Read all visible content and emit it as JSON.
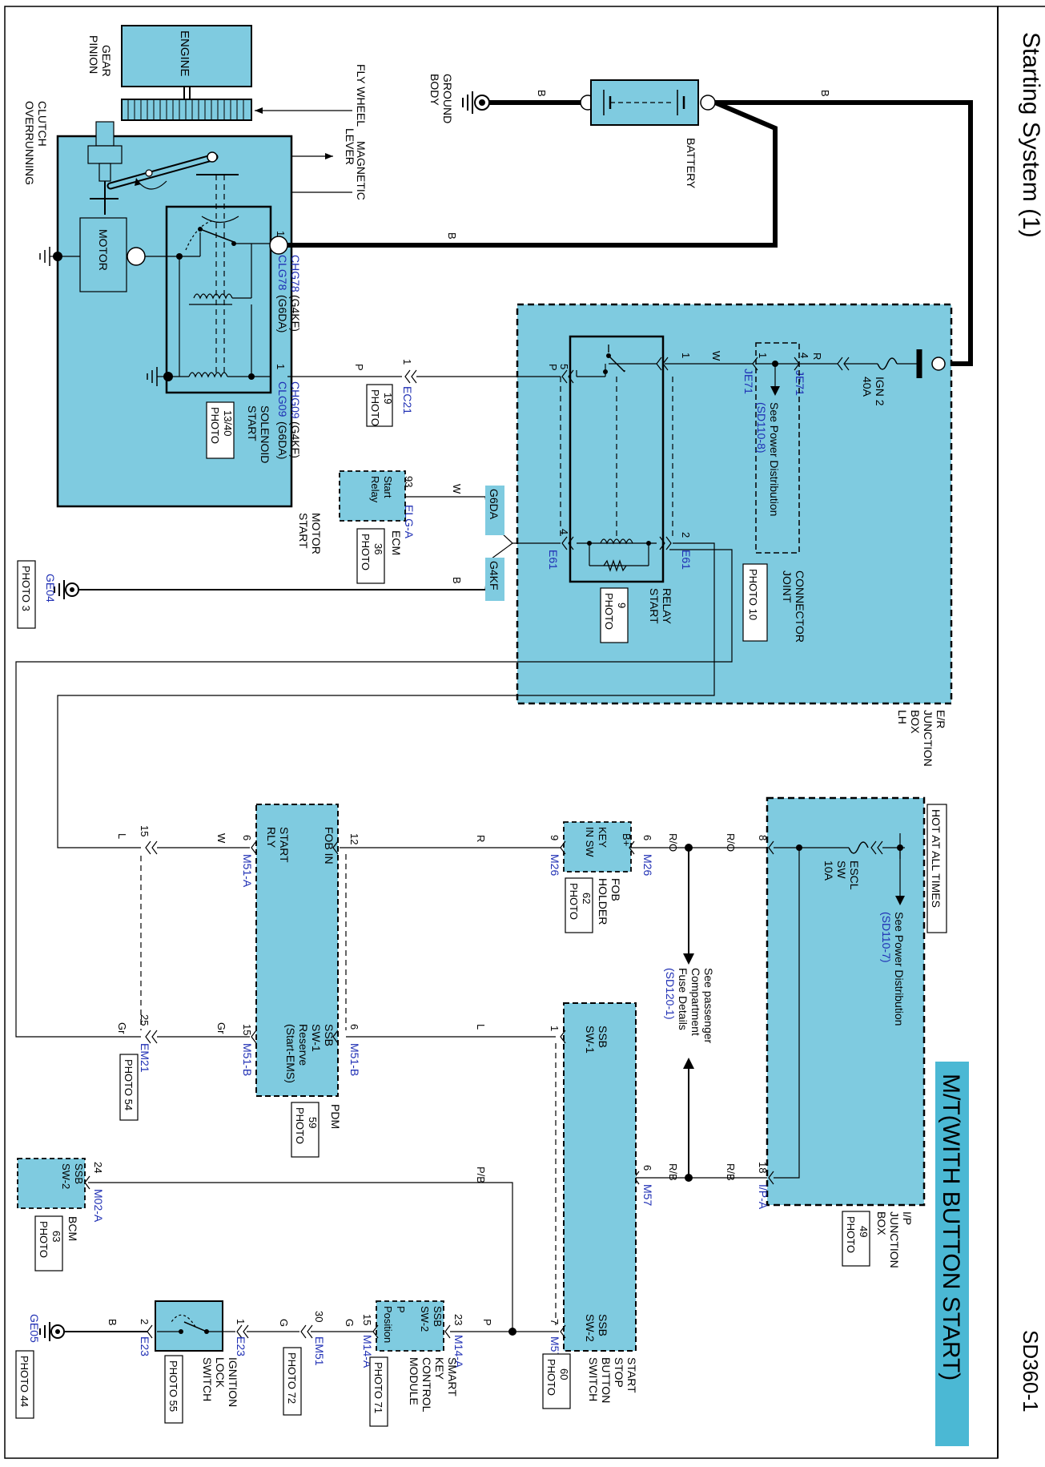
{
  "header": {
    "title": "Starting System (1)",
    "page_code": "SD360-1",
    "variant": "M/T(WITH BUTTON START)"
  },
  "components": {
    "engine": "ENGINE",
    "pinion_gear": [
      "PINION",
      "GEAR"
    ],
    "overrunning_clutch": [
      "OVERRUNNING",
      "CLUTCH"
    ],
    "fly_wheel": "FLY WHEEL",
    "magnetic": "MAGNETIC",
    "lever": "LEVER",
    "motor": "MOTOR",
    "start_motor": [
      "START",
      "MOTOR"
    ],
    "start_solenoid": [
      "START",
      "SOLENOID"
    ],
    "battery": "BATTERY",
    "body_ground": [
      "BODY",
      "GROUND"
    ],
    "er_junction_box": [
      "E/R",
      "JUNCTION",
      "BOX",
      "LH"
    ],
    "joint_connector": [
      "JOINT",
      "CONNECTOR"
    ],
    "start_relay": [
      "START",
      "RELAY"
    ],
    "ecm": "ECM",
    "ecm_start_relay": [
      "Start",
      "Relay"
    ],
    "ign2_fuse": [
      "IGN 2",
      "40A"
    ],
    "ip_junction_box": [
      "I/P",
      "JUNCTION",
      "BOX"
    ],
    "hot_at_all_times": "HOT AT ALL TIMES",
    "escl_fuse": [
      "ESCL",
      "SW",
      "10A"
    ],
    "fob_holder": [
      "FOB",
      "HOLDER"
    ],
    "key_in_sw": [
      "KEY",
      "IN SW"
    ],
    "pdm": "PDM",
    "pdm_fob_in": "FOB IN",
    "pdm_start_rly": [
      "START",
      "RLY"
    ],
    "pdm_ssb_sw1": [
      "SSB",
      "SW-1"
    ],
    "pdm_reserve": [
      "Reserve",
      "(Start-EMS)"
    ],
    "ssb_sw1": [
      "SSB",
      "SW-1"
    ],
    "ssb_sw2": [
      "SSB",
      "SW-2"
    ],
    "start_stop_button_switch": [
      "START",
      "STOP",
      "BUTTON",
      "SWITCH"
    ],
    "bcm": "BCM",
    "bcm_ssb_sw2": [
      "SSB",
      "SW-2"
    ],
    "smart_key_control_module": [
      "SMART",
      "KEY",
      "CONTROL",
      "MODULE"
    ],
    "skcm_ssb_sw2": [
      "SSB",
      "SW-2"
    ],
    "skcm_p_position": [
      "P",
      "Position"
    ],
    "ignition_lock_switch": [
      "IGNITION",
      "LOCK",
      "SWITCH"
    ],
    "b_plus": "B+"
  },
  "connectors": {
    "chg78": "CHG78",
    "g4kf": "(G4KF)",
    "clg78": "CLG78",
    "g6da": "(G6DA)",
    "chg09": "CHG09",
    "clg09": "CLG09",
    "ec21": "EC21",
    "elg_a": "ELG-A",
    "ge04": "GE04",
    "je71": "JE71",
    "e61": "E61",
    "i_p_a": "I/P-A",
    "m26": "M26",
    "m57": "M57",
    "m51_a": "M51-A",
    "m51_b": "M51-B",
    "em21": "EM21",
    "m02_a": "M02-A",
    "m14_a": "M14-A",
    "em51": "EM51",
    "e23": "E23",
    "ge05": "GE05",
    "tag_g6da": "G6DA",
    "tag_g4kf": "G4KF"
  },
  "photos": {
    "p13_40": [
      "PHOTO",
      "13/40"
    ],
    "p19": [
      "PHOTO",
      "19"
    ],
    "p36": [
      "PHOTO",
      "36"
    ],
    "p3": "PHOTO 3",
    "p9": [
      "PHOTO",
      "9"
    ],
    "p10": "PHOTO 10",
    "p49": [
      "PHOTO",
      "49"
    ],
    "p62": [
      "PHOTO",
      "62"
    ],
    "p59": [
      "PHOTO",
      "59"
    ],
    "p54": [
      "PHOTO 54"
    ],
    "p60": [
      "PHOTO",
      "60"
    ],
    "p63": [
      "PHOTO",
      "63"
    ],
    "p71": "PHOTO 71",
    "p72": "PHOTO 72",
    "p55": "PHOTO 55",
    "p44": "PHOTO 44"
  },
  "references": {
    "see_power_dist": "See Power Distribution",
    "sd110_8": "(SD110-8)",
    "sd110_7": "(SD110-7)",
    "see_passenger": [
      "See passenger",
      "Compartment",
      "Fuse Details"
    ],
    "sd120_1": "(SD120-1)"
  },
  "wires": {
    "b": "B",
    "p": "P",
    "w": "W",
    "r": "R",
    "l": "L",
    "gr": "Gr",
    "g": "G",
    "ro": "R/O",
    "rb": "R/B",
    "pb": "P/B"
  },
  "pins": {
    "n1": "1",
    "n2": "2",
    "n4": "4",
    "n5": "5",
    "n6": "6",
    "n7": "7",
    "n8": "8",
    "n9": "9",
    "n12": "12",
    "n15": "15",
    "n18": "18",
    "n23": "23",
    "n24": "24",
    "n25": "25",
    "n30": "30",
    "n93": "93"
  }
}
